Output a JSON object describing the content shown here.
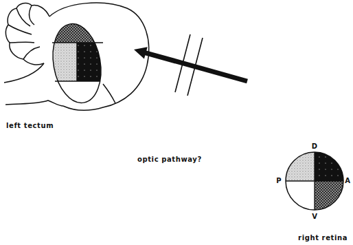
{
  "diagram": {
    "nodes": [
      {
        "text": [
          "left tectum"
        ]
      },
      {
        "text": [
          "right retina"
        ]
      }
    ],
    "edges": [
      {
        "from": 1,
        "to": 0,
        "arrow": "to",
        "label": "optic pathway?"
      }
    ],
    "labels": [
      "D",
      "P",
      "A",
      "V"
    ]
  }
}
